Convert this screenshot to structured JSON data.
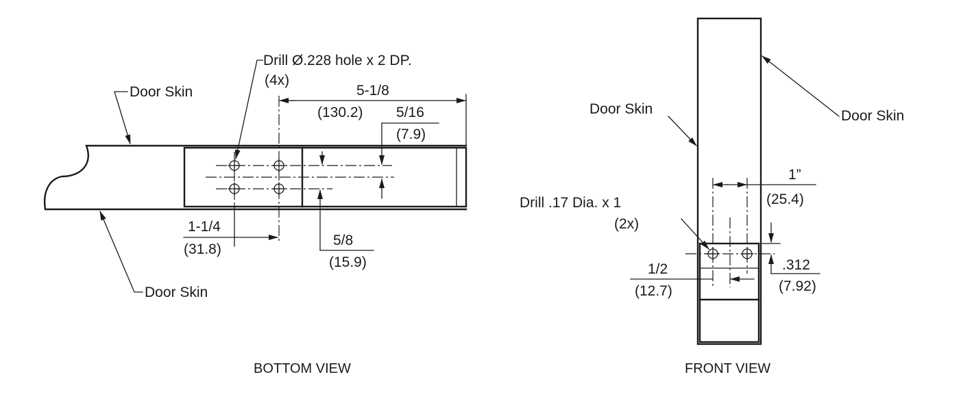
{
  "bottom_view": {
    "caption": "BOTTOM VIEW",
    "labels": {
      "door_skin_top": "Door Skin",
      "door_skin_bottom": "Door Skin",
      "drill_note": "Drill Ø.228 hole x 2 DP.",
      "drill_qty": "(4x)"
    },
    "dimensions": {
      "overall": {
        "imperial": "5-1/8",
        "metric": "(130.2)"
      },
      "offset": {
        "imperial": "5/16",
        "metric": "(7.9)"
      },
      "hole_to_edge": {
        "imperial": "1-1/4",
        "metric": "(31.8)"
      },
      "hole_spacing": {
        "imperial": "5/8",
        "metric": "(15.9)"
      }
    }
  },
  "front_view": {
    "caption": "FRONT VIEW",
    "labels": {
      "door_skin_left": "Door Skin",
      "door_skin_right": "Door Skin",
      "drill_note": "Drill .17 Dia. x 1",
      "drill_qty": "(2x)"
    },
    "dimensions": {
      "hole_spacing": {
        "imperial": "1”",
        "metric": "(25.4)"
      },
      "edge_offset": {
        "imperial": "1/2",
        "metric": "(12.7)"
      },
      "height_offset": {
        "imperial": ".312",
        "metric": "(7.92)"
      }
    }
  }
}
